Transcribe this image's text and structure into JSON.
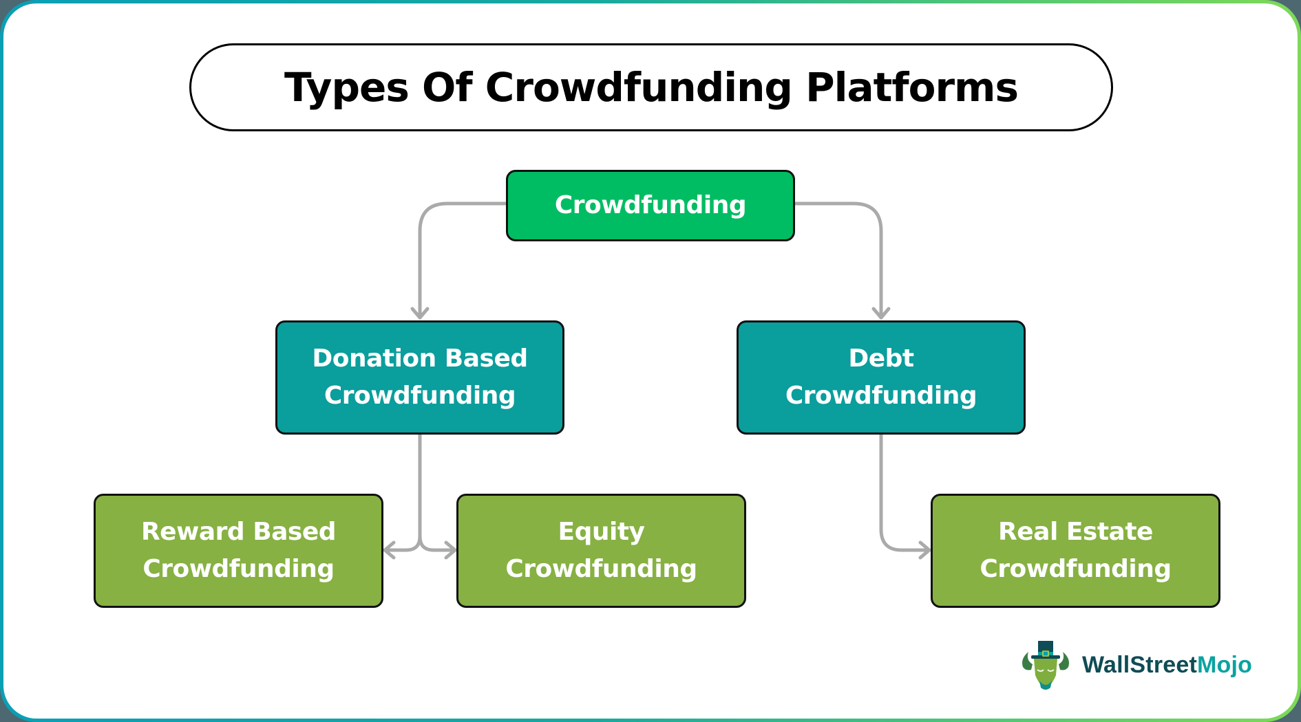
{
  "title": "Types Of Crowdfunding Platforms",
  "colors": {
    "root_fill": "#00bd63",
    "level1_fill": "#0a9e9d",
    "level2_fill": "#87b143",
    "connector": "#aaaaaa",
    "node_border": "#111111",
    "frame_gradient_start": "#0a9fb5",
    "frame_gradient_end": "#7ed957",
    "outer_background": "#4d6870",
    "logo_dark": "#0f4c55",
    "logo_accent": "#0aa3a0"
  },
  "diagram": {
    "root": {
      "id": "crowdfunding",
      "lines": [
        "Crowdfunding"
      ]
    },
    "level1": [
      {
        "id": "donation",
        "lines": [
          "Donation Based",
          "Crowdfunding"
        ],
        "parent": "crowdfunding"
      },
      {
        "id": "debt",
        "lines": [
          "Debt",
          "Crowdfunding"
        ],
        "parent": "crowdfunding"
      }
    ],
    "level2": [
      {
        "id": "reward",
        "lines": [
          "Reward Based",
          "Crowdfunding"
        ],
        "parent": "donation"
      },
      {
        "id": "equity",
        "lines": [
          "Equity",
          "Crowdfunding"
        ],
        "parent": "donation"
      },
      {
        "id": "real-estate",
        "lines": [
          "Real Estate",
          "Crowdfunding"
        ],
        "parent": "debt"
      }
    ],
    "edges": [
      {
        "from": "crowdfunding",
        "to": "donation"
      },
      {
        "from": "crowdfunding",
        "to": "debt"
      },
      {
        "from": "donation",
        "to": "reward"
      },
      {
        "from": "donation",
        "to": "equity"
      },
      {
        "from": "debt",
        "to": "real-estate"
      }
    ]
  },
  "logo": {
    "text_part1": "WallStreet",
    "text_part2": "Mojo"
  }
}
